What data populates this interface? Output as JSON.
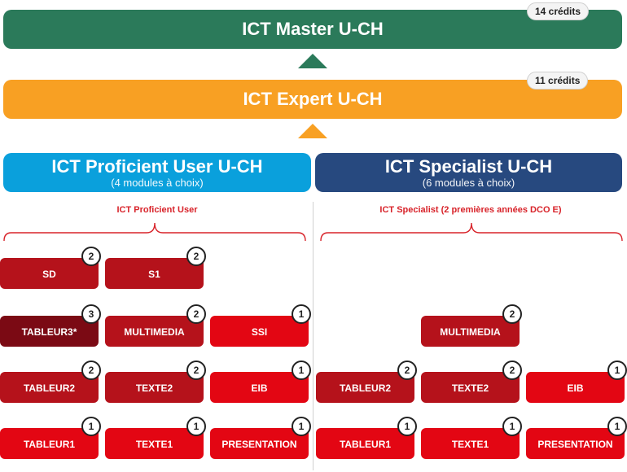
{
  "master": {
    "title": "ICT Master U-CH",
    "credits": "14 crédits"
  },
  "expert": {
    "title": "ICT Expert U-CH",
    "credits": "11 crédits"
  },
  "proficient": {
    "title": "ICT Proficient User U-CH",
    "sub": "(4 modules à choix)"
  },
  "specialist": {
    "title": "ICT Specialist U-CH",
    "sub": "(6 modules à choix)"
  },
  "left_section": {
    "label": "ICT Proficient User"
  },
  "right_section": {
    "label": "ICT Specialist (2 premières années DCO E)"
  },
  "colors": {
    "master": "#2b7a5a",
    "expert": "#f8a023",
    "proficient": "#0aa0dc",
    "specialist": "#27497f",
    "level1": "#e30613",
    "level2": "#b5121b",
    "level3": "#7b0a14"
  },
  "left_modules": [
    {
      "label": "SD",
      "level": "2"
    },
    {
      "label": "S1",
      "level": "2"
    },
    {
      "label": "TABLEUR3*",
      "level": "3"
    },
    {
      "label": "MULTIMEDIA",
      "level": "2"
    },
    {
      "label": "SSI",
      "level": "1"
    },
    {
      "label": "TABLEUR2",
      "level": "2"
    },
    {
      "label": "TEXTE2",
      "level": "2"
    },
    {
      "label": "EIB",
      "level": "1"
    },
    {
      "label": "TABLEUR1",
      "level": "1"
    },
    {
      "label": "TEXTE1",
      "level": "1"
    },
    {
      "label": "PRESENTATION",
      "level": "1"
    }
  ],
  "right_modules": [
    {
      "label": "MULTIMEDIA",
      "level": "2"
    },
    {
      "label": "TABLEUR2",
      "level": "2"
    },
    {
      "label": "TEXTE2",
      "level": "2"
    },
    {
      "label": "EIB",
      "level": "1"
    },
    {
      "label": "TABLEUR1",
      "level": "1"
    },
    {
      "label": "TEXTE1",
      "level": "1"
    },
    {
      "label": "PRESENTATION",
      "level": "1"
    }
  ]
}
